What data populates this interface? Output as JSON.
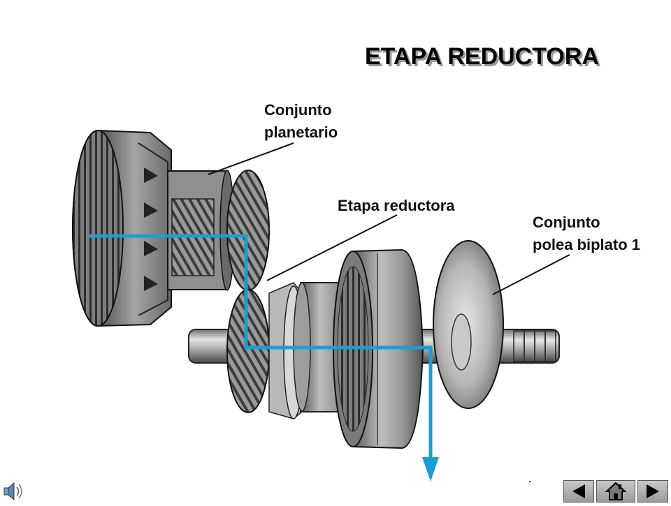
{
  "title": "ETAPA REDUCTORA",
  "labels": {
    "planetario_line1": "Conjunto",
    "planetario_line2": "planetario",
    "etapa": "Etapa reductora",
    "polea_line1": "Conjunto",
    "polea_line2": "polea biplato 1"
  },
  "colors": {
    "flow_arrow": "#1a9fd0",
    "metal_dark": "#3a3a3a",
    "metal_mid": "#8c8c8c",
    "metal_light": "#d0d0d0"
  },
  "icons": {
    "sound": "speaker-icon",
    "prev": "triangle-left-icon",
    "home": "home-icon",
    "next": "triangle-right-icon"
  }
}
